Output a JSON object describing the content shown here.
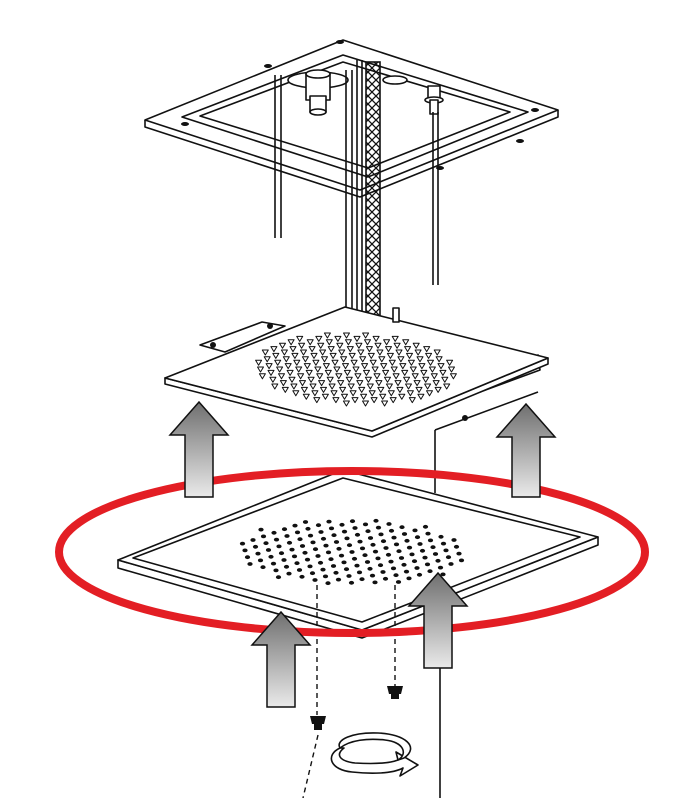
{
  "diagram": {
    "kind": "exploded installation view",
    "parts": [
      "ceiling-mount-frame",
      "shower-head-body",
      "cover-plate",
      "screws"
    ],
    "highlight_color": "#e31e24",
    "arrow_fill_top": "#6f6f6f",
    "arrow_fill_bottom": "#e6e6e6",
    "line_color": "#111111",
    "arrows": {
      "lift_count": 4,
      "direction": "up",
      "rotation_direction": "clockwise"
    }
  }
}
